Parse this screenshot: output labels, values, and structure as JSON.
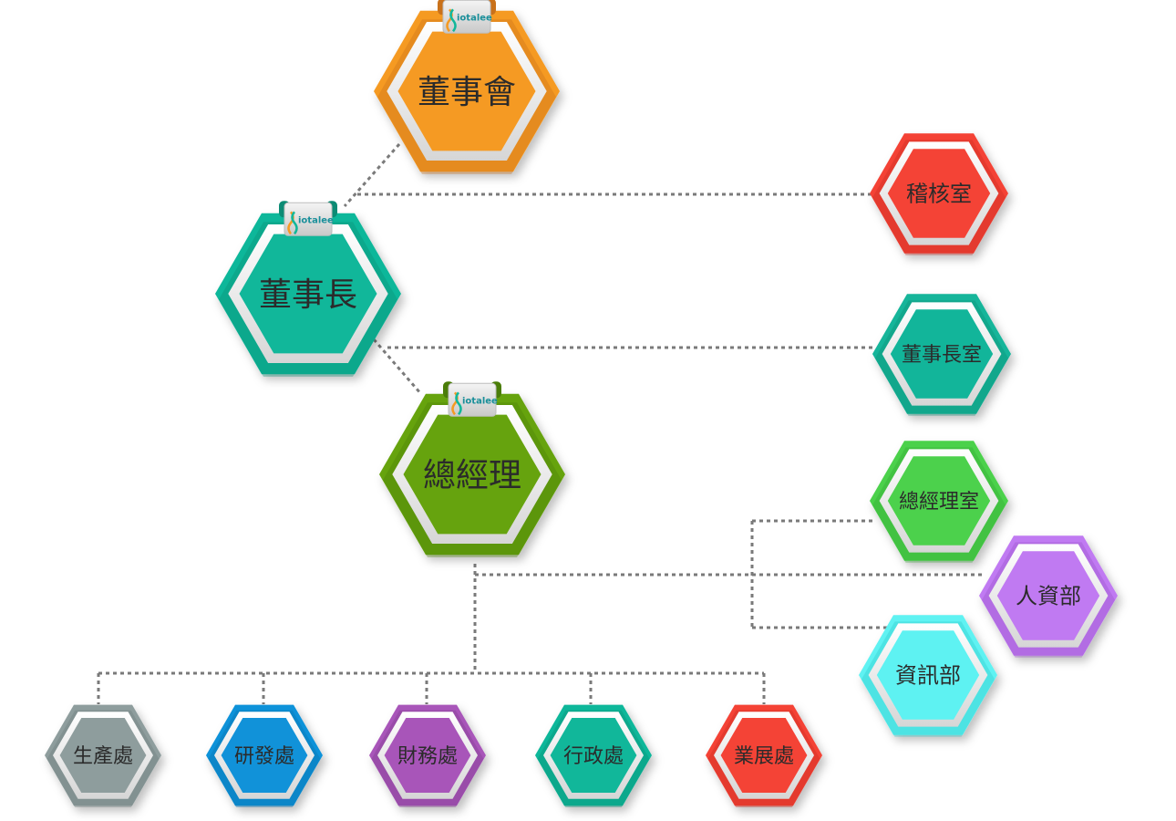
{
  "nodes": [
    {
      "id": "board",
      "label": "董事會",
      "color": "#F59A23",
      "dark": "#C9711A",
      "tab": true,
      "logo": "iotalee"
    },
    {
      "id": "chairman",
      "label": "董事長",
      "color": "#11B79A",
      "dark": "#0C8B74",
      "tab": true,
      "logo": "iotalee"
    },
    {
      "id": "gm",
      "label": "總經理",
      "color": "#66A30E",
      "dark": "#4B7D08",
      "tab": true,
      "logo": "iotalee"
    },
    {
      "id": "audit",
      "label": "稽核室",
      "color": "#F44336",
      "dark": "#C62C22"
    },
    {
      "id": "chairman_office",
      "label": "董事長室",
      "color": "#12B59A",
      "dark": "#0C8B74"
    },
    {
      "id": "gm_office",
      "label": "總經理室",
      "color": "#4CD14C",
      "dark": "#33A533"
    },
    {
      "id": "hr",
      "label": "人資部",
      "color": "#C07AF2",
      "dark": "#9854C9"
    },
    {
      "id": "it",
      "label": "資訊部",
      "color": "#5EF2F2",
      "dark": "#2FC9C9"
    },
    {
      "id": "production",
      "label": "生產處",
      "color": "#8E9D9D",
      "dark": "#6C7A7A"
    },
    {
      "id": "rnd",
      "label": "研發處",
      "color": "#1192D9",
      "dark": "#0C6FA8"
    },
    {
      "id": "finance",
      "label": "財務處",
      "color": "#A855B9",
      "dark": "#7F3C8D"
    },
    {
      "id": "admin",
      "label": "行政處",
      "color": "#11B79A",
      "dark": "#0C8B74"
    },
    {
      "id": "business",
      "label": "業展處",
      "color": "#F44336",
      "dark": "#C62C22"
    }
  ]
}
